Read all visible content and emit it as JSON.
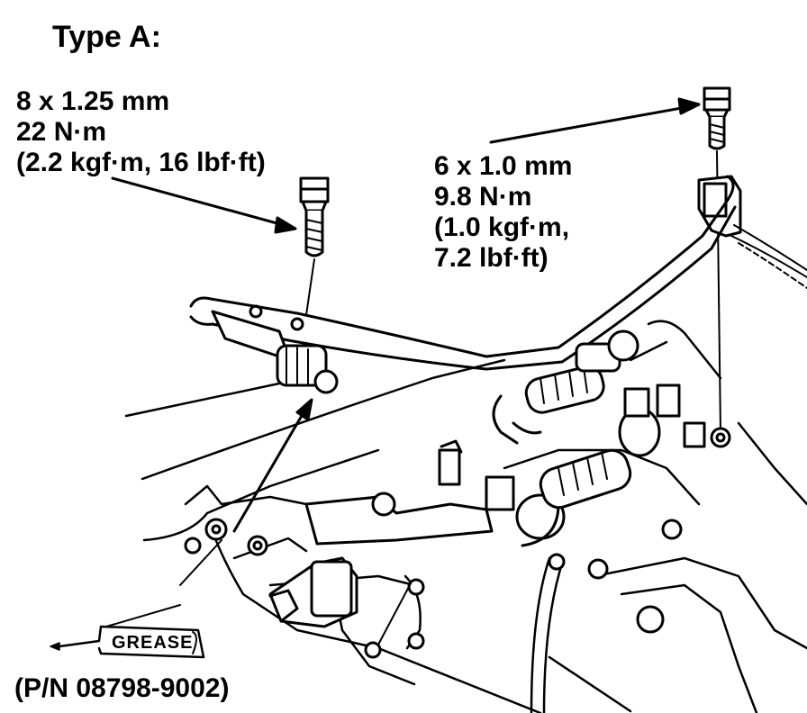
{
  "title": "Type A:",
  "bolt_left": {
    "size": "8 x 1.25 mm",
    "torque_nm": "22 N·m",
    "torque_alt": "(2.2 kgf·m, 16 lbf·ft)"
  },
  "bolt_right": {
    "size": "6 x 1.0 mm",
    "torque_nm": "9.8 N·m",
    "torque_alt_1": "(1.0 kgf·m,",
    "torque_alt_2": "7.2 lbf·ft)"
  },
  "grease": {
    "label": "GREASE",
    "part_number": "(P/N 08798-9002)"
  },
  "colors": {
    "ink": "#000000",
    "paper": "#ffffff"
  }
}
